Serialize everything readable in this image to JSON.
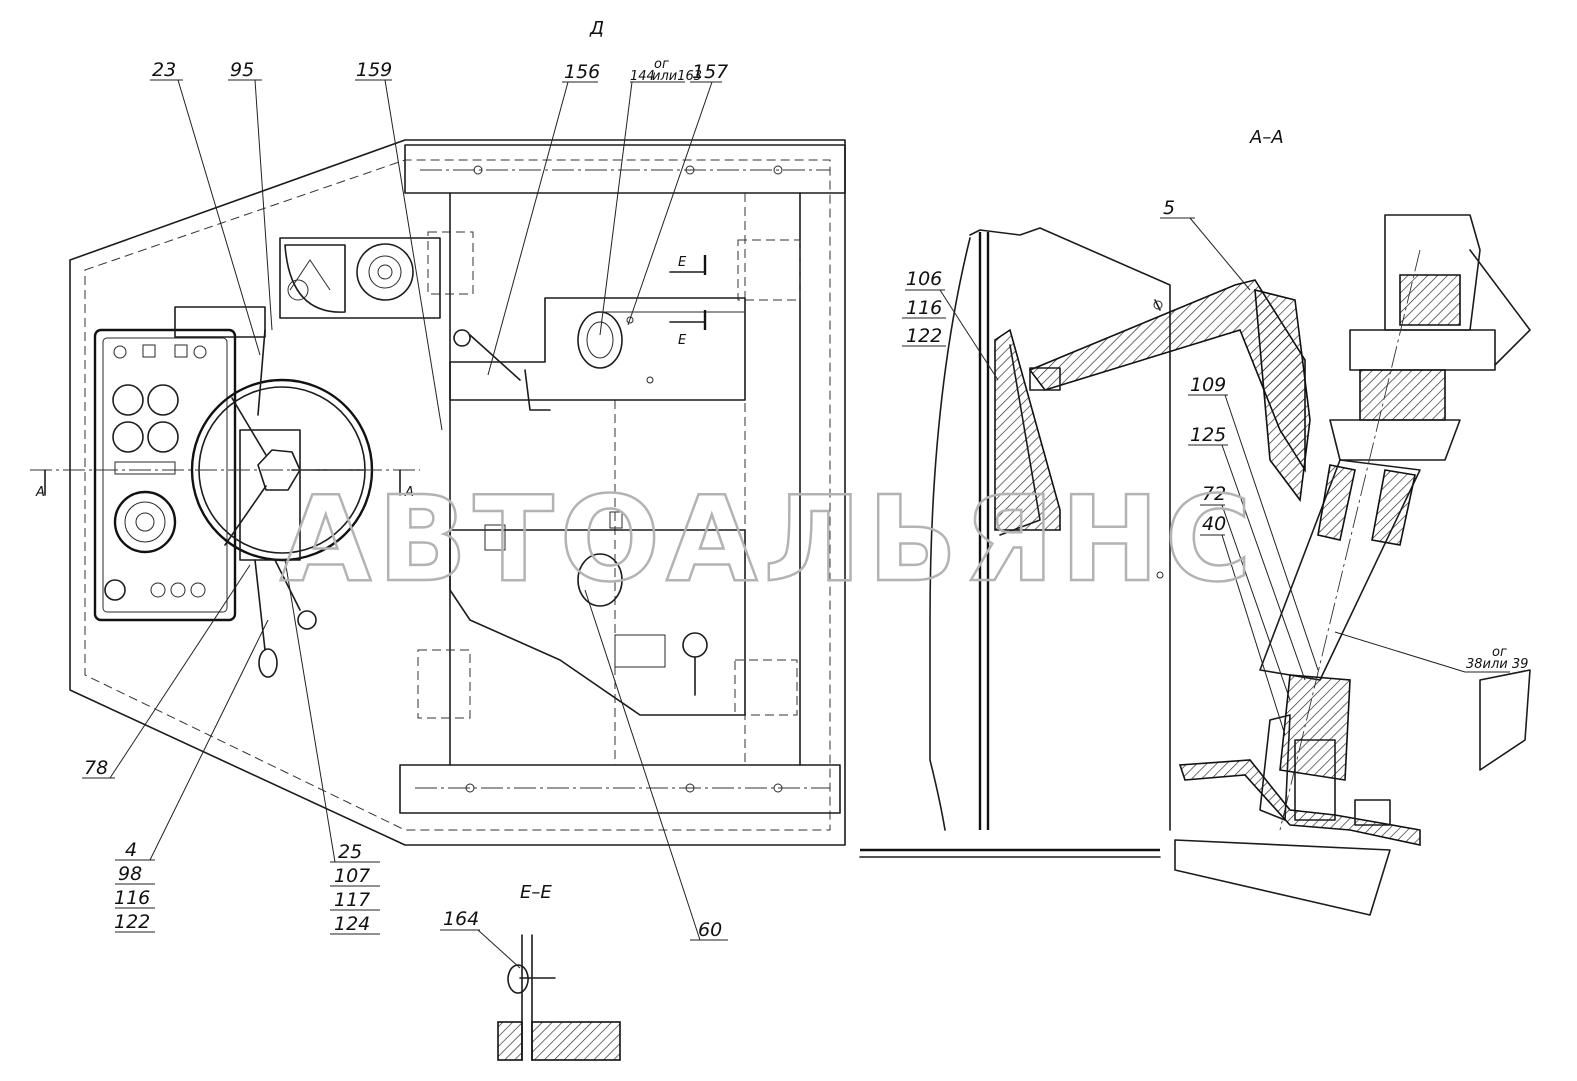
{
  "watermark": "АВТОАЛЬЯНС",
  "views": {
    "main_view_label": "Д",
    "section_aa_title": "А–А",
    "section_ee_title": "Е–Е",
    "section_mark_a": "А",
    "section_mark_e": "Е"
  },
  "callouts": {
    "c23": "23",
    "c95": "95",
    "c159": "159",
    "c156": "156",
    "c144": "144",
    "c144_or": "ог",
    "c144_alt": "или163",
    "c157": "157",
    "c78": "78",
    "c60": "60",
    "c164": "164",
    "c5": "5",
    "c109": "109",
    "c125": "125",
    "c72": "72",
    "c40": "40",
    "c38_or": "ог",
    "c38": "38или 39"
  },
  "stacks": {
    "s4": [
      "4",
      "98",
      "116",
      "122"
    ],
    "s25": [
      "25",
      "107",
      "117",
      "124"
    ],
    "s106": [
      "106",
      "116",
      "122"
    ]
  }
}
